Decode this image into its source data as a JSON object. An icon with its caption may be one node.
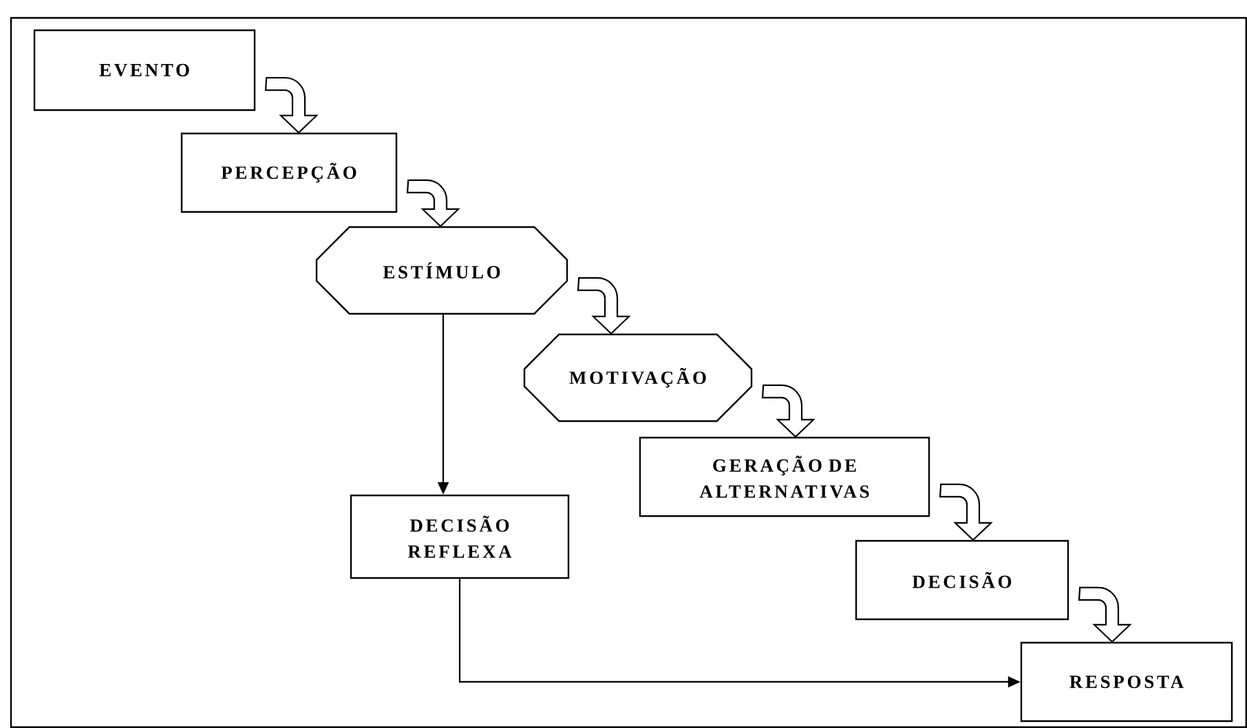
{
  "diagram": {
    "nodes": [
      {
        "text": [
          "EVENTO"
        ]
      },
      {
        "text": [
          "PERCEPÇÃO"
        ]
      },
      {
        "text": [
          "ESTÍMULO"
        ]
      },
      {
        "text": [
          "MOTIVAÇÃO"
        ]
      },
      {
        "text": [
          "GERAÇÃO DE ALTERNATIVAS"
        ]
      },
      {
        "text": [
          "DECISÃO REFLEXA"
        ]
      },
      {
        "text": [
          "DECISÃO"
        ]
      },
      {
        "text": [
          "RESPOSTA"
        ]
      }
    ],
    "edges": [
      {
        "from": 0,
        "to": 1,
        "arrow": "to",
        "style": "thick"
      },
      {
        "from": 1,
        "to": 2,
        "arrow": "to",
        "style": "thick"
      },
      {
        "from": 2,
        "to": 3,
        "arrow": "to",
        "style": "thick"
      },
      {
        "from": 3,
        "to": 4,
        "arrow": "to",
        "style": "thick"
      },
      {
        "from": 4,
        "to": 6,
        "arrow": "to",
        "style": "thick"
      },
      {
        "from": 6,
        "to": 7,
        "arrow": "to",
        "style": "thick"
      },
      {
        "from": 2,
        "to": 5,
        "arrow": "to"
      },
      {
        "from": 5,
        "to": 7,
        "arrow": "to"
      }
    ]
  }
}
